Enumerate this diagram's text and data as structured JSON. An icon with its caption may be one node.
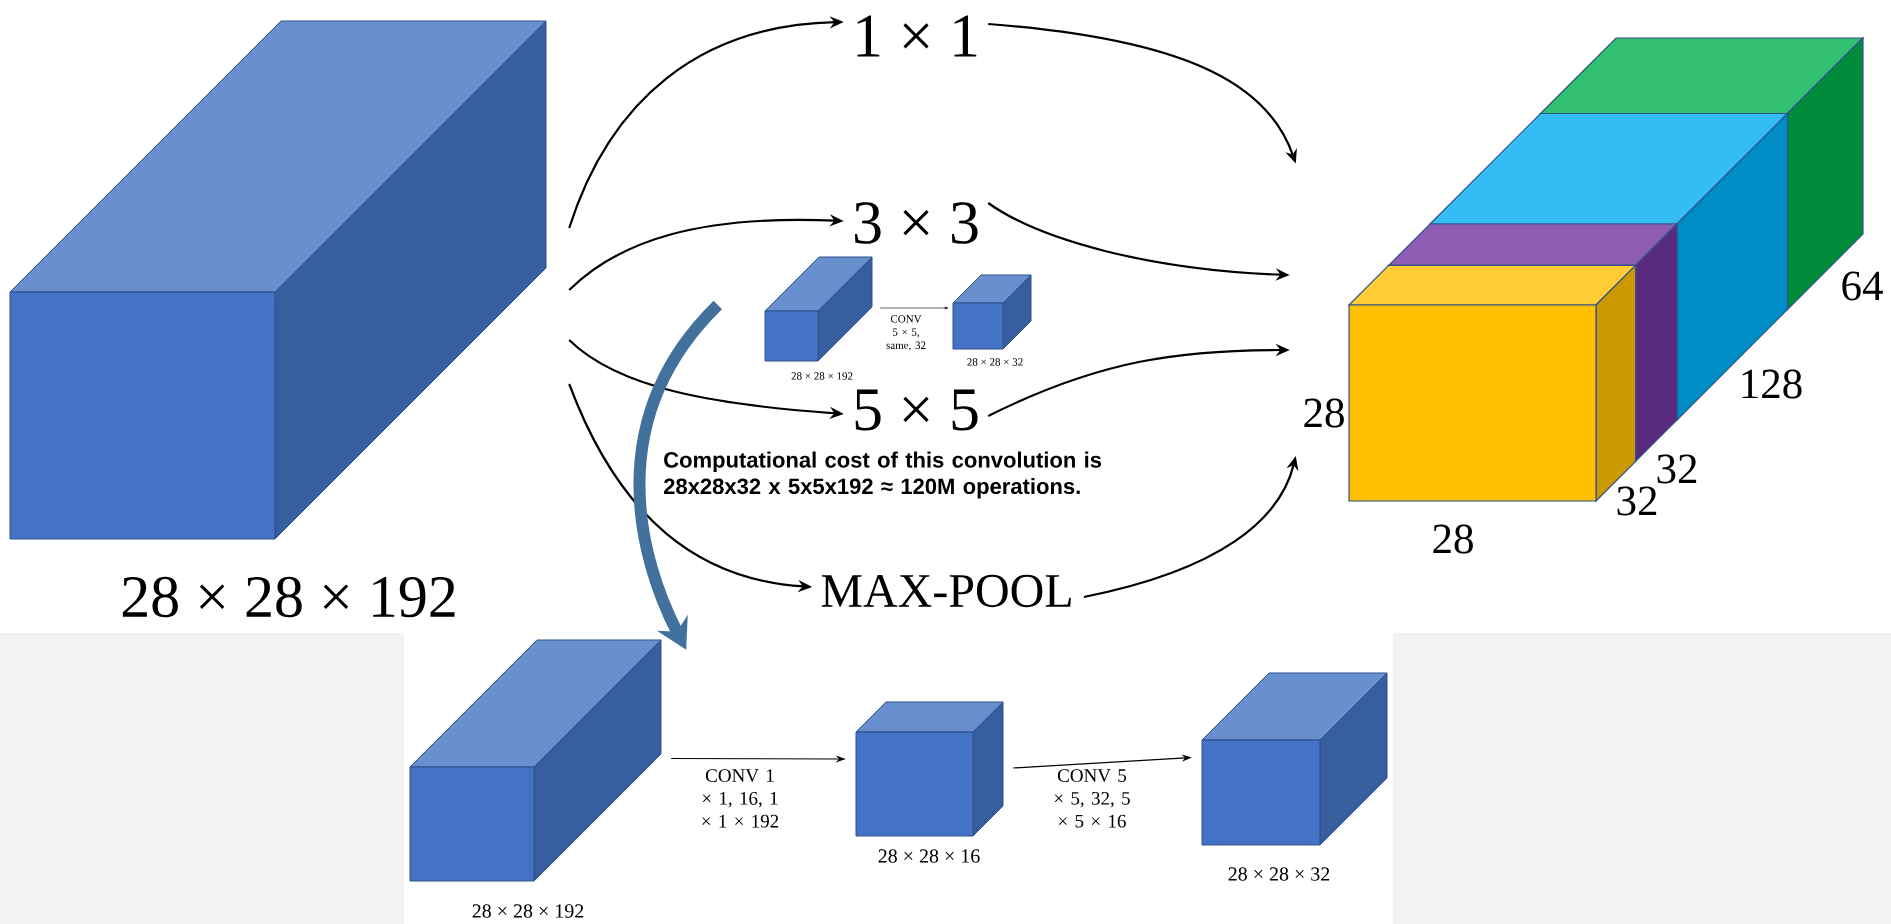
{
  "diagram": {
    "nodes": [
      {
        "text": [],
        "shape": "box",
        "beside": [
          "28 × 28 × 192"
        ]
      },
      {
        "text": [
          "1 × 1"
        ]
      },
      {
        "text": [
          "3 × 3"
        ]
      },
      {
        "text": [
          "5 × 5"
        ]
      },
      {
        "text": [
          "MAX-POOL"
        ]
      },
      {
        "text": [],
        "shape": "box"
      },
      {
        "text": [],
        "shape": "box",
        "beside": [
          "28 × 28 × 192"
        ]
      },
      {
        "text": [],
        "shape": "box",
        "beside": [
          "28 × 28 × 32"
        ]
      },
      {
        "text": [],
        "shape": "box",
        "beside": [
          "28 × 28 × 192"
        ]
      },
      {
        "text": [],
        "shape": "box",
        "beside": [
          "28 × 28 × 16"
        ]
      },
      {
        "text": [],
        "shape": "box",
        "beside": [
          "28 × 28 × 32"
        ]
      }
    ],
    "edges": [
      {
        "from": 0,
        "to": 1,
        "arrow": "to"
      },
      {
        "from": 0,
        "to": 2,
        "arrow": "to"
      },
      {
        "from": 0,
        "to": 3,
        "arrow": "to"
      },
      {
        "from": 0,
        "to": 4,
        "arrow": "to"
      },
      {
        "from": 1,
        "to": 5,
        "arrow": "to"
      },
      {
        "from": 2,
        "to": 5,
        "arrow": "to"
      },
      {
        "from": 3,
        "to": 5,
        "arrow": "to"
      },
      {
        "from": 4,
        "to": 5,
        "arrow": "to"
      },
      {
        "from": 6,
        "to": 7,
        "arrow": "to",
        "label": "CONV 5 × 5, same, 32"
      },
      {
        "from": 8,
        "to": 9,
        "arrow": "to",
        "label": "CONV 1 × 1, 16, 1 × 1 × 192"
      },
      {
        "from": 9,
        "to": 10,
        "arrow": "to",
        "label": "CONV 5 × 5, 32, 5 × 5 × 16"
      },
      {
        "from": 6,
        "to": 8,
        "arrow": "to",
        "style": "thick",
        "color": "#41719c"
      }
    ],
    "labels": [
      "Computational cost of this convolution is 28x28x32 x 5x5x192 ≈ 120M operations.",
      "64",
      "128",
      "28",
      "32",
      "32",
      "28"
    ]
  }
}
